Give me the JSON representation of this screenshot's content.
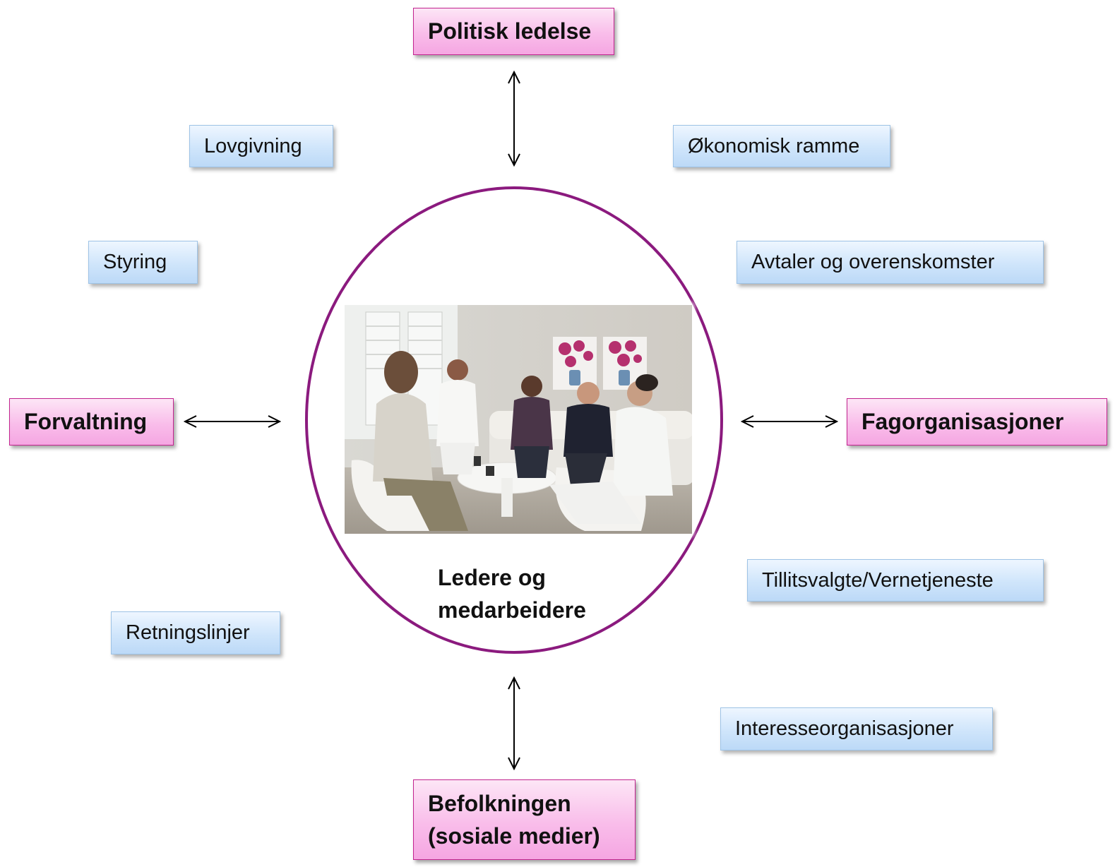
{
  "center": {
    "line1": "Ledere og",
    "line2": "medarbeidere",
    "photo_alt_semantic": "meeting-photo"
  },
  "primary_nodes": {
    "top": "Politisk ledelse",
    "left": "Forvaltning",
    "right": "Fagorganisasjoner",
    "bottom_line1": "Befolkningen",
    "bottom_line2": "(sosiale medier)"
  },
  "secondary_nodes": {
    "lovgivning": "Lovgivning",
    "okonomisk": "Økonomisk ramme",
    "styring": "Styring",
    "avtaler": "Avtaler og overenskomster",
    "tillitsvalgte": "Tillitsvalgte/Vernetjeneste",
    "retningslinjer": "Retningslinjer",
    "interesse": "Interesseorganisasjoner"
  },
  "colors": {
    "primary_fill": "#f9bdea",
    "primary_border": "#c2248f",
    "secondary_fill": "#cfe5fb",
    "ellipse_stroke": "#8b1a7e",
    "arrow": "#000000"
  }
}
